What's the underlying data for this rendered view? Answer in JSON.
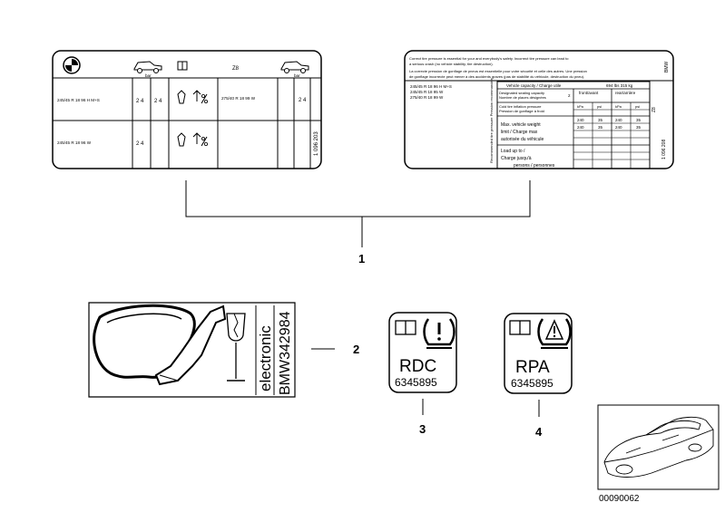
{
  "callouts": {
    "c1": "1",
    "c2": "2",
    "c3": "3",
    "c4": "4"
  },
  "diagram_id": "00090062",
  "left_label": {
    "model": "Z8",
    "bar_left": "bar",
    "bar_right": "bar",
    "tire_front_1": "245/45 R 18 96 H M+S",
    "tire_rear_1": "275/40 R 18 99 W",
    "tire_front_2": "245/45 R 18 96 W",
    "val_24": "2 4",
    "side_code": "1 096 203"
  },
  "right_label": {
    "l1": "Correct tire pressure is essential for your and everybody's safety. Incorrect tire pressure can lead to",
    "l2": "a serious crash (no vehicle stability, tire destruction).",
    "l3": "La correcte pression de gonflage de pneus est essentielle pour votre sécurité et celle des autres. Une pression",
    "l4": "de gonflage incorrecte peut mener à des accidents graves (pas de stabilité du véhicule, destruction du pneu).",
    "tire1": "245/45 R 18 96 H M+S",
    "tire2": "245/45 R 18 95 W",
    "tire3": "275/40 R 18 99 W",
    "vc": "Vehicle capacity / Charge utile",
    "vc_val": "694 lbs  315 kg",
    "dsc": "Designated seating capacity",
    "dsc2": "Nombre de places désignées",
    "dsc_val": "2",
    "cold": "Cold tire inflation pressure",
    "cold2": "Pression de gonflage à froid",
    "front": "front/avant",
    "rear": "rear/arrière",
    "kpa": "kPa",
    "psi": "psi",
    "v240": "240",
    "v35": "35",
    "mvw1": "Max. vehicle weight",
    "mvw2": "limit / Charge max",
    "mvw3": "autorisée du véhicule",
    "lu1": "Load up to /",
    "lu2": "Charge jusqu'à",
    "lu3": "persons / personnes",
    "side1": "1 096 208",
    "side2": "Z8",
    "side3": "BMW",
    "vert": "Recommended tire pressure Pression recommandée"
  },
  "sticker2": {
    "word": "electronic",
    "code": "BMW342984"
  },
  "sticker3": {
    "label": "RDC",
    "number": "6345895"
  },
  "sticker4": {
    "label": "RPA",
    "number": "6345895"
  }
}
